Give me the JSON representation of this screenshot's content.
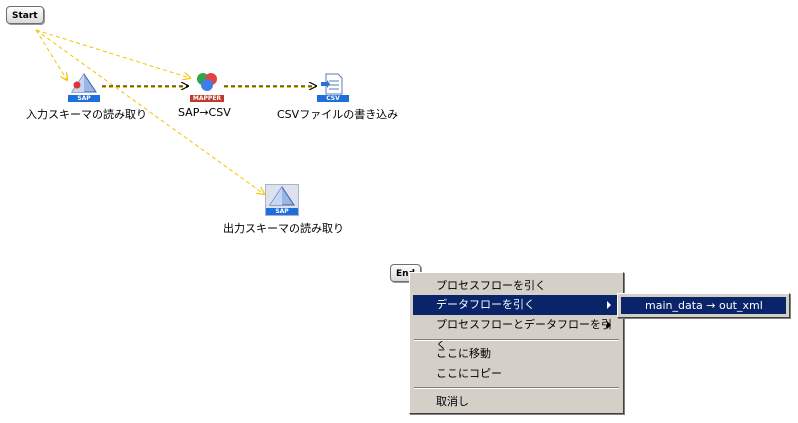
{
  "canvas": {
    "start_label": "Start",
    "end_label": "End",
    "nodes": [
      {
        "id": "input_schema",
        "label": "入力スキーマの読み取り",
        "icon": "sap-icon",
        "tag": "SAP"
      },
      {
        "id": "mapper",
        "label": "SAP→CSV",
        "icon": "mapper-icon",
        "tag": "MAPPER"
      },
      {
        "id": "csv_writer",
        "label": "CSVファイルの書き込み",
        "icon": "csv-file-icon",
        "tag": "CSV"
      },
      {
        "id": "output_schema",
        "label": "出力スキーマの読み取り",
        "icon": "sap-icon",
        "tag": "SAP"
      }
    ]
  },
  "context_menu": {
    "items": [
      {
        "label": "プロセスフローを引く"
      },
      {
        "label": "データフローを引く"
      },
      {
        "label": "プロセスフローとデータフローを引く"
      },
      {
        "label": "ここに移動"
      },
      {
        "label": "ここにコピー"
      },
      {
        "label": "取消し"
      }
    ],
    "submenu_item": "main_data → out_xml"
  },
  "colors": {
    "process_flow": "#f5c400",
    "data_flow": "#000000",
    "menu_bg": "#d4d0c8",
    "highlight": "#0a246a",
    "sap_tag": "#1e6fd9",
    "mapper_tag": "#c0392b",
    "csv_tag": "#1e6fd9"
  }
}
